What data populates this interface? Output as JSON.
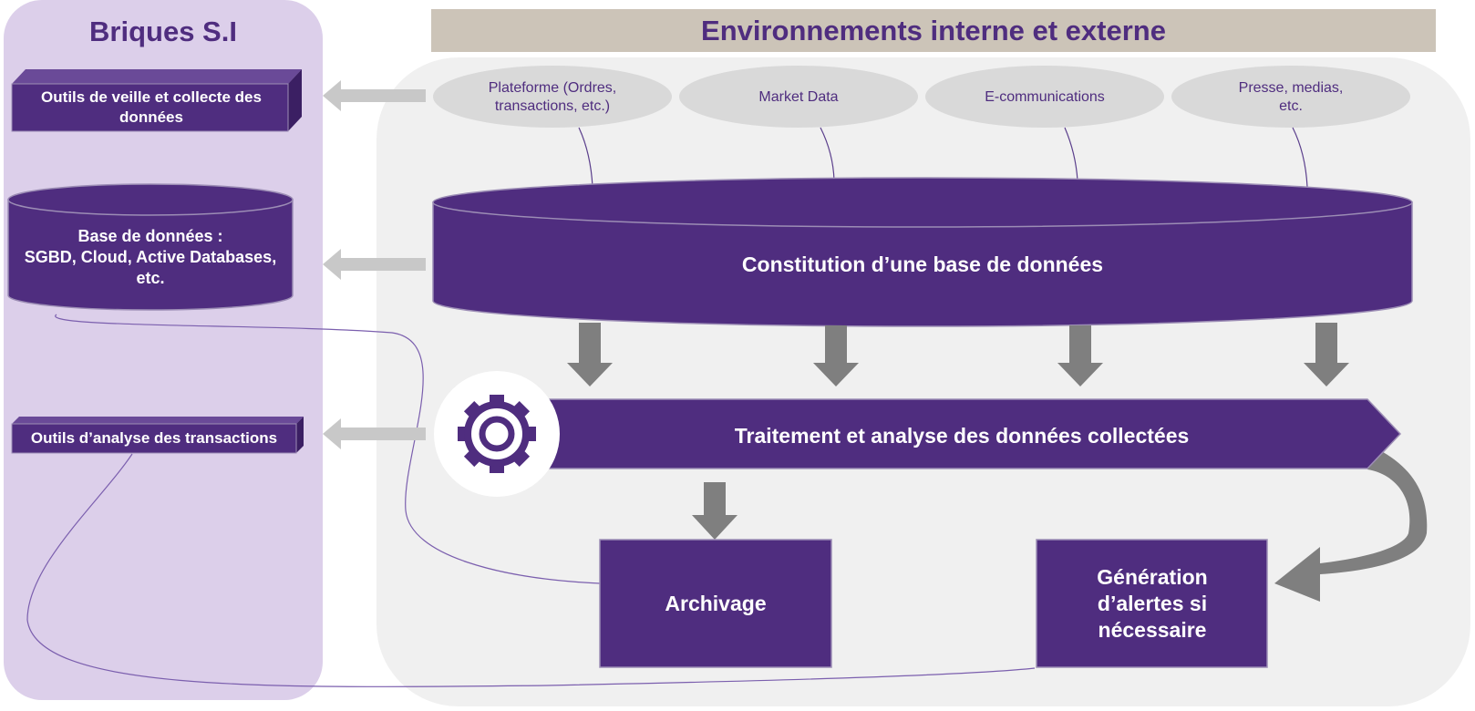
{
  "left_panel": {
    "title": "Briques S.I"
  },
  "right_panel": {
    "title": "Environnements interne et externe"
  },
  "sources": [
    {
      "label": "Plateforme (Ordres,\ntransactions, etc.)"
    },
    {
      "label": "Market Data"
    },
    {
      "label": "E-communications"
    },
    {
      "label": "Presse, medias,\netc."
    }
  ],
  "si_bricks": {
    "watch_tools": "Outils de veille et collecte des données",
    "database": "Base de données :\nSGBD, Cloud, Active Databases, etc.",
    "analysis_tools": "Outils d’analyse des transactions"
  },
  "process": {
    "database_build": "Constitution d’une base de données",
    "processing": "Traitement et analyse des données collectées",
    "archiving": "Archivage",
    "alerts": "Génération d’alertes si nécessaire"
  },
  "colors": {
    "purple": "#4f2d7f",
    "left_panel_bg": "#dccfea",
    "right_panel_bg": "#f0f0f0",
    "title_bar_bg": "#ccc4b8",
    "source_ellipse": "#d9d9d9",
    "arrow_gray": "#7f7f7f",
    "light_arrow": "#c8c8c8"
  },
  "icons": {
    "processing": "gear-icon"
  }
}
